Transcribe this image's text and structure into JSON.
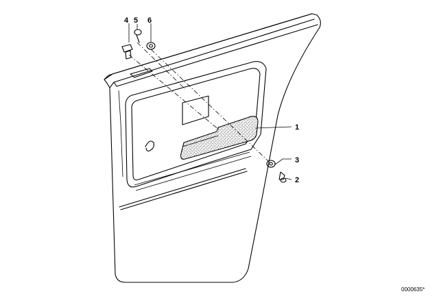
{
  "diagram": {
    "callouts": [
      {
        "id": "1",
        "label": "1"
      },
      {
        "id": "2",
        "label": "2"
      },
      {
        "id": "3",
        "label": "3"
      },
      {
        "id": "4",
        "label": "4"
      },
      {
        "id": "5",
        "label": "5"
      },
      {
        "id": "6",
        "label": "6"
      }
    ],
    "document_id": "0000635*",
    "colors": {
      "line": "#000000",
      "background": "#ffffff"
    }
  }
}
